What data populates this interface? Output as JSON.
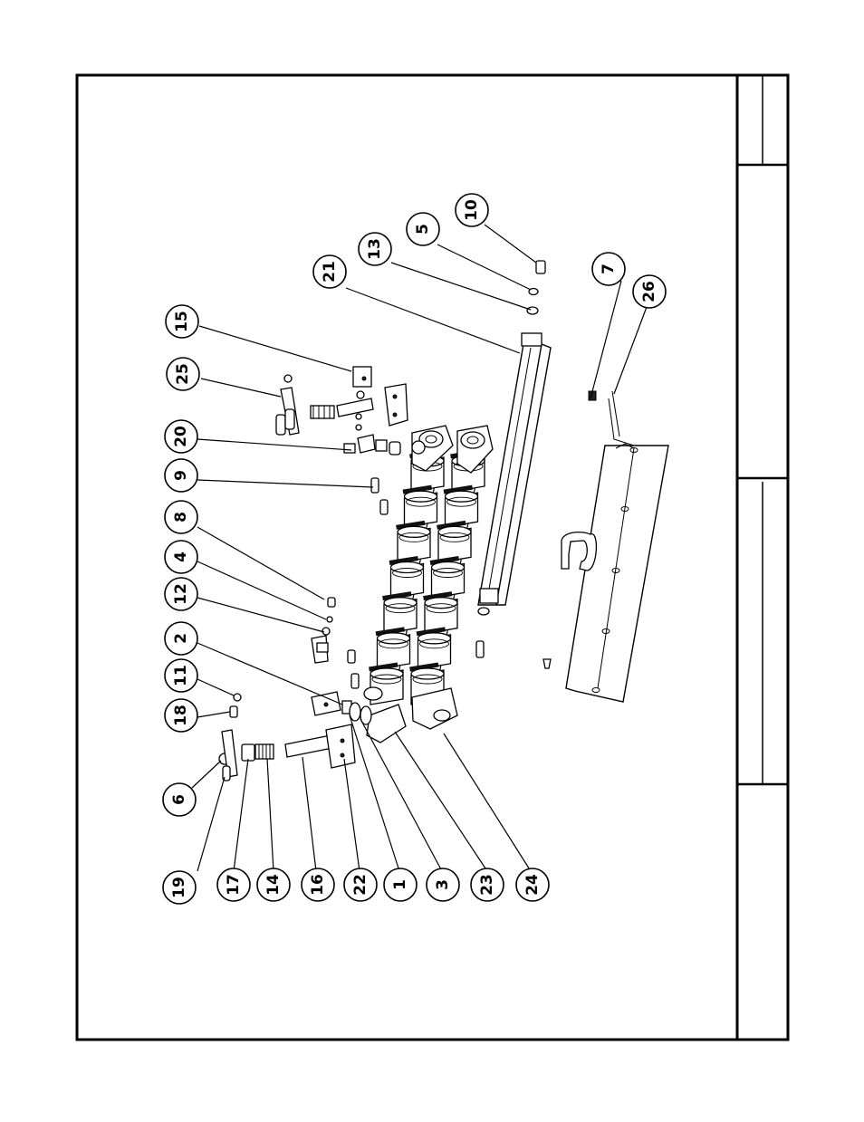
{
  "diagram": {
    "callouts": [
      {
        "id": "c10",
        "label": "10"
      },
      {
        "id": "c5",
        "label": "5"
      },
      {
        "id": "c13",
        "label": "13"
      },
      {
        "id": "c21",
        "label": "21"
      },
      {
        "id": "c7",
        "label": "7"
      },
      {
        "id": "c26",
        "label": "26"
      },
      {
        "id": "c15",
        "label": "15"
      },
      {
        "id": "c25",
        "label": "25"
      },
      {
        "id": "c20",
        "label": "20"
      },
      {
        "id": "c9",
        "label": "9"
      },
      {
        "id": "c8",
        "label": "8"
      },
      {
        "id": "c4",
        "label": "4"
      },
      {
        "id": "c12",
        "label": "12"
      },
      {
        "id": "c2",
        "label": "2"
      },
      {
        "id": "c11",
        "label": "11"
      },
      {
        "id": "c18",
        "label": "18"
      },
      {
        "id": "c6",
        "label": "6"
      },
      {
        "id": "c19",
        "label": "19"
      },
      {
        "id": "c17",
        "label": "17"
      },
      {
        "id": "c14",
        "label": "14"
      },
      {
        "id": "c16",
        "label": "16"
      },
      {
        "id": "c22",
        "label": "22"
      },
      {
        "id": "c1",
        "label": "1"
      },
      {
        "id": "c3",
        "label": "3"
      },
      {
        "id": "c23",
        "label": "23"
      },
      {
        "id": "c24",
        "label": "24"
      }
    ]
  },
  "colors": {
    "line": "#000000",
    "background": "#ffffff"
  }
}
